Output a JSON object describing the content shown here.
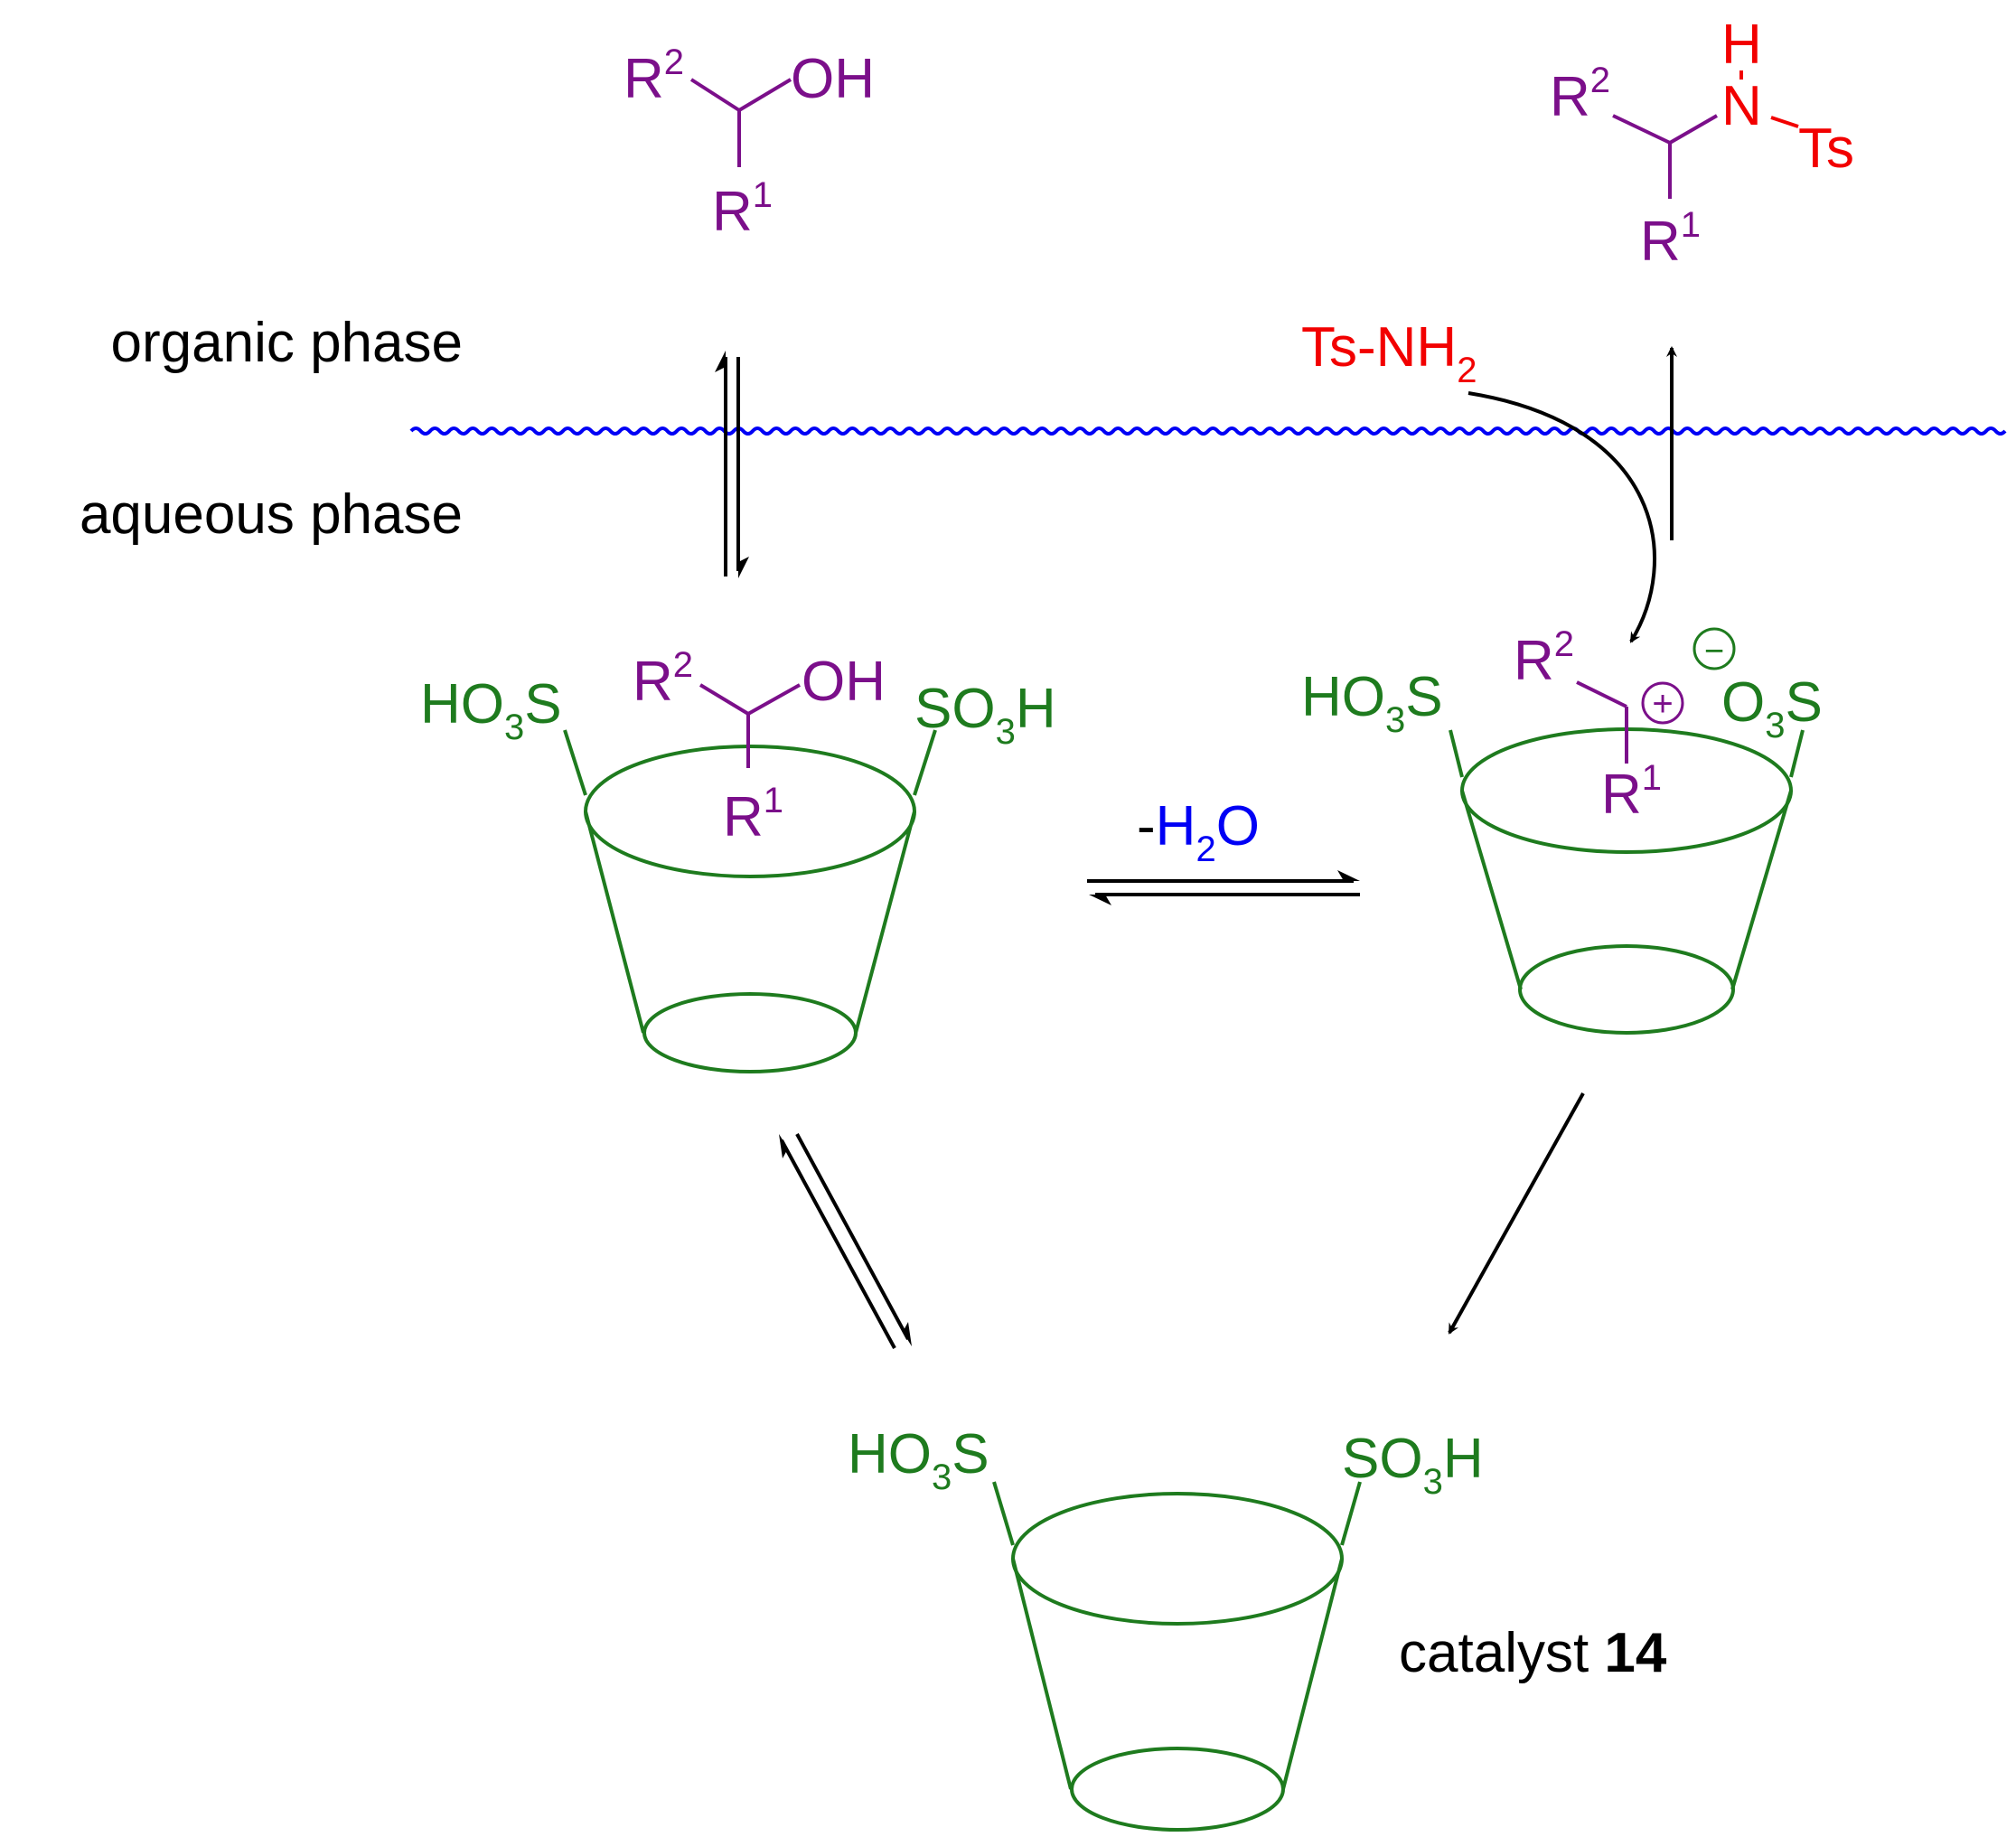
{
  "phases": {
    "organic": "organic phase",
    "aqueous": "aqueous phase"
  },
  "substrate": {
    "r2": "R",
    "r2_sup": "2",
    "oh": "OH",
    "r1": "R",
    "r1_sup": "1"
  },
  "product": {
    "h": "H",
    "n": "N",
    "ts": "Ts",
    "r2": "R",
    "r2_sup": "2",
    "r1": "R",
    "r1_sup": "1"
  },
  "reagent": {
    "ts_nh": "Ts-NH",
    "sub": "2"
  },
  "water_loss": {
    "minus": "-",
    "h": "H",
    "sub": "2",
    "o": "O"
  },
  "complex_left": {
    "left_group": {
      "ho": "HO",
      "sub": "3",
      "s": "S"
    },
    "right_group": {
      "so": "SO",
      "sub": "3",
      "h": "H"
    },
    "r2": "R",
    "r2_sup": "2",
    "oh": "OH",
    "r1": "R",
    "r1_sup": "1"
  },
  "complex_right": {
    "left_group": {
      "ho": "HO",
      "sub": "3",
      "s": "S"
    },
    "right_group": {
      "o": "O",
      "sub": "3",
      "s": "S"
    },
    "anion_charge": "−",
    "cation_charge": "+",
    "r2": "R",
    "r2_sup": "2",
    "r1": "R",
    "r1_sup": "1"
  },
  "catalyst": {
    "left_group": {
      "ho": "HO",
      "sub": "3",
      "s": "S"
    },
    "right_group": {
      "so": "SO",
      "sub": "3",
      "h": "H"
    },
    "caption": "catalyst ",
    "number": "14"
  },
  "colors": {
    "substrate": "#7B0F8A",
    "cyclodextrin": "#1E7B1E",
    "amide": "#F20000",
    "water": "#0000F5",
    "interface": "#0000F5"
  }
}
